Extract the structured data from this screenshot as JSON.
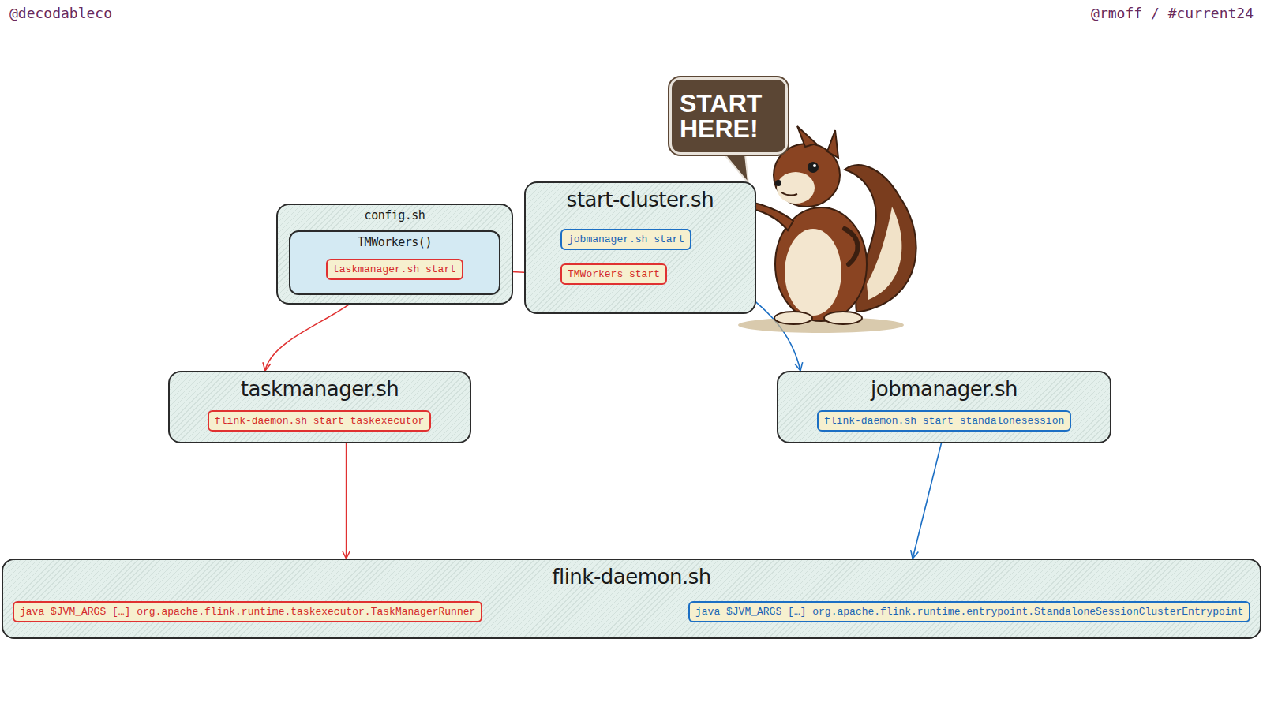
{
  "diagram": {
    "nodes": [
      {
        "text": [
          "config.sh"
        ]
      },
      {
        "text": [
          "TMWorkers()"
        ],
        "in": 0
      },
      {
        "text": [
          "taskmanager.sh start"
        ],
        "in": 1
      },
      {
        "text": [
          "start-cluster.sh"
        ]
      },
      {
        "text": [
          "jobmanager.sh start"
        ],
        "in": 3
      },
      {
        "text": [
          "TMWorkers start"
        ],
        "in": 3
      },
      {
        "text": [
          "taskmanager.sh"
        ]
      },
      {
        "text": [
          "flink-daemon.sh start taskexecutor"
        ],
        "in": 6
      },
      {
        "text": [
          "jobmanager.sh"
        ]
      },
      {
        "text": [
          "flink-daemon.sh start standalonesession"
        ],
        "in": 8
      },
      {
        "text": [
          "flink-daemon.sh"
        ]
      },
      {
        "text": [
          "java $JVM_ARGS […] org.apache.flink.runtime.taskexecutor.TaskManagerRunner"
        ],
        "in": 10
      },
      {
        "text": [
          "java $JVM_ARGS […] org.apache.flink.runtime.entrypoint.StandaloneSessionClusterEntrypoint"
        ],
        "in": 10
      },
      {
        "text": [
          "START HERE!"
        ]
      }
    ],
    "edges": [
      {
        "from": 5,
        "to": 2,
        "arrow": "to"
      },
      {
        "from": 2,
        "to": 6,
        "arrow": "to"
      },
      {
        "from": 4,
        "to": 8,
        "arrow": "to"
      },
      {
        "from": 7,
        "to": 10,
        "arrow": "to"
      },
      {
        "from": 9,
        "to": 10,
        "arrow": "to"
      }
    ],
    "labels": [
      "@decodableco",
      "@rmoff / #current24"
    ]
  }
}
